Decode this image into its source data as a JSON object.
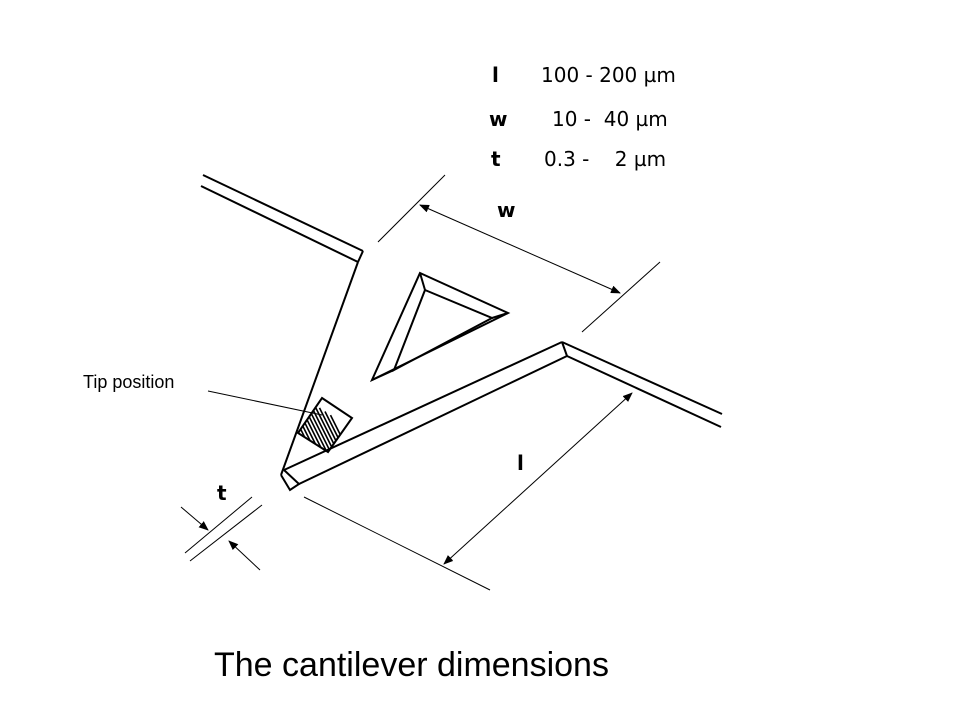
{
  "specs": [
    {
      "symbol": "l",
      "range": "100 - 200 µm"
    },
    {
      "symbol": "w",
      "range": "10 -  40 µm"
    },
    {
      "symbol": "t",
      "range": "0.3 -    2 µm"
    }
  ],
  "labels": {
    "w": "w",
    "l": "l",
    "t": "t",
    "tip_position": "Tip position"
  },
  "caption": "The cantilever dimensions"
}
